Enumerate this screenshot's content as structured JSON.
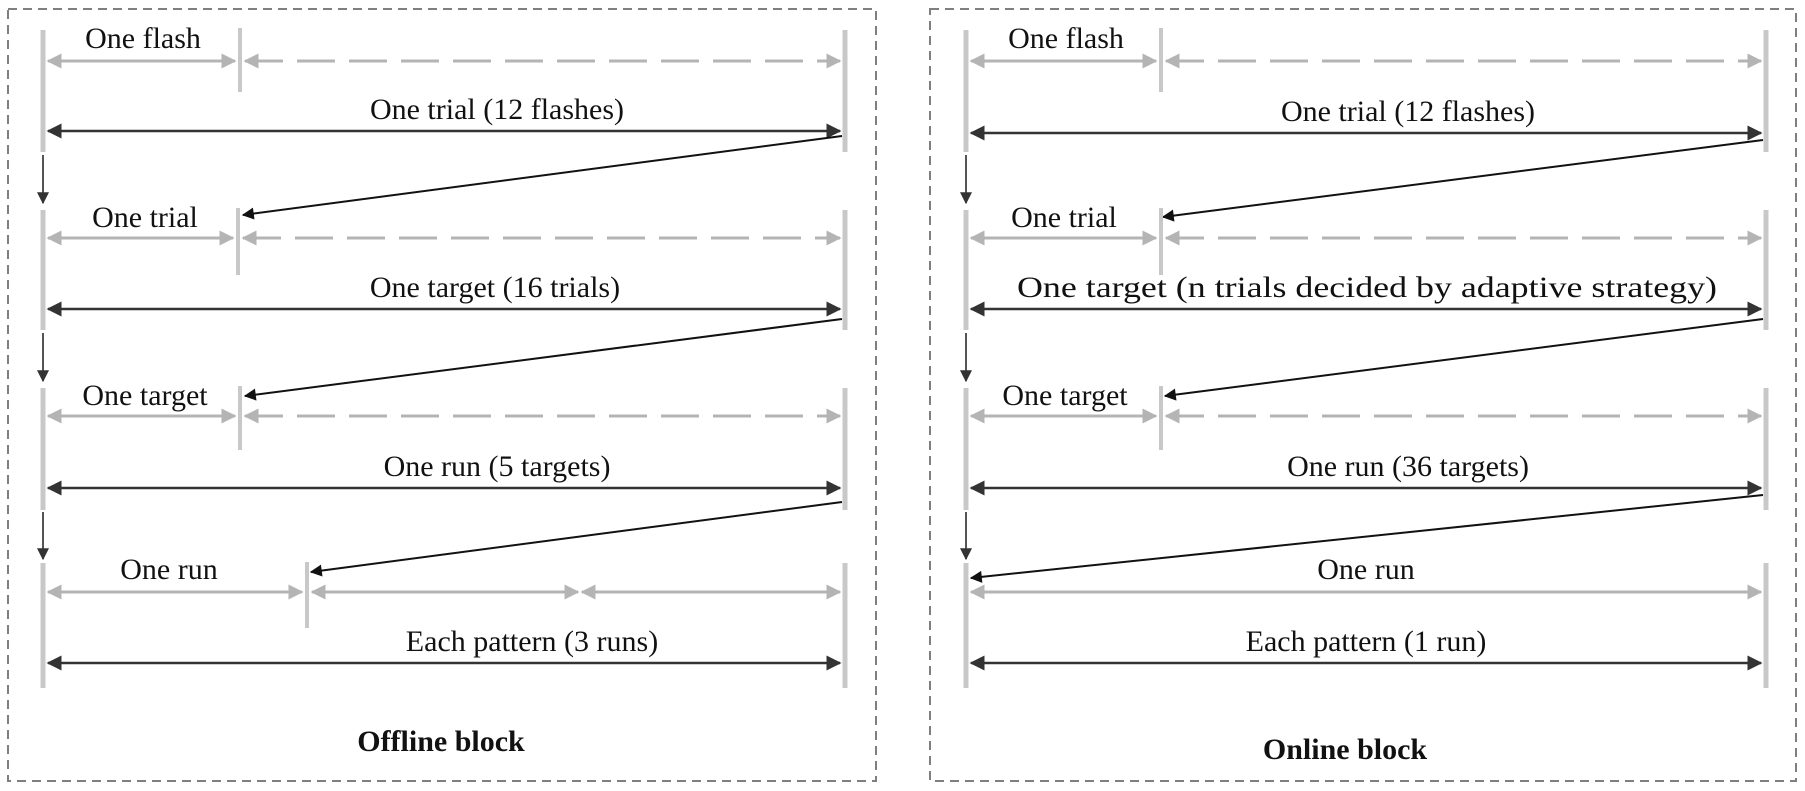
{
  "colors": {
    "gray": "#b4b4b4",
    "dark": "#333333",
    "border": "#7f7f7f"
  },
  "offline": {
    "title": "Offline block",
    "one_flash": "One flash",
    "trial_row": "One trial (12 flashes)",
    "one_trial": "One trial",
    "target_row": "One target (16 trials)",
    "one_target": "One target",
    "run_row": "One run (5 targets)",
    "one_run": "One run",
    "pattern_row": "Each pattern (3 runs)"
  },
  "online": {
    "title": "Online block",
    "one_flash": "One flash",
    "trial_row": "One trial (12 flashes)",
    "one_trial": "One trial",
    "target_row": "One target (n trials decided by adaptive strategy)",
    "one_target": "One target",
    "run_row": "One run (36 targets)",
    "one_run": "One run",
    "pattern_row": "Each pattern (1 run)"
  }
}
